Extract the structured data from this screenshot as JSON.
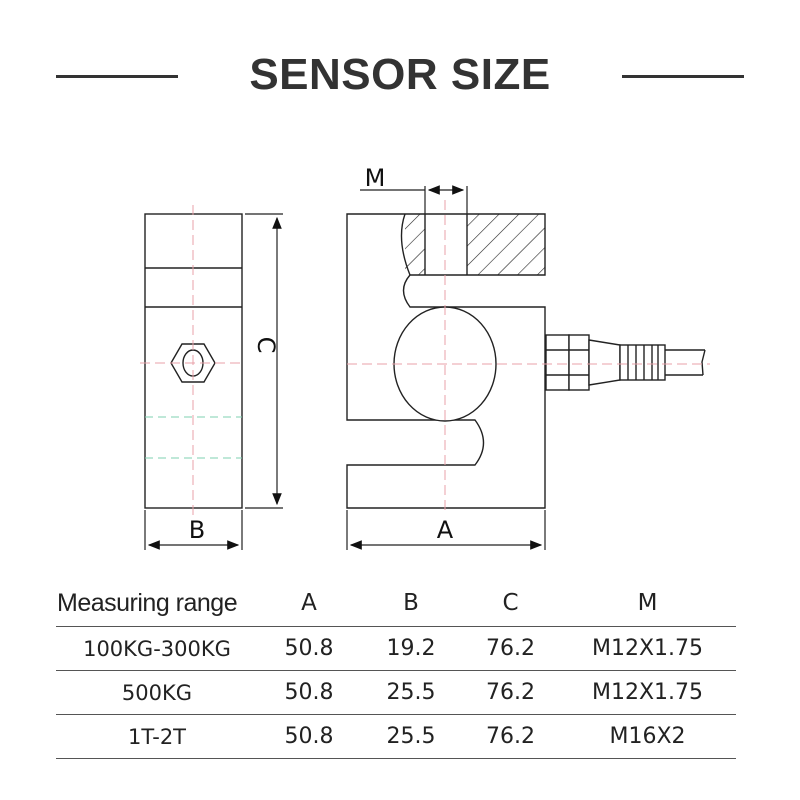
{
  "header": {
    "title": "SENSOR SIZE"
  },
  "diagram": {
    "labels": {
      "a": "A",
      "b": "B",
      "c": "C",
      "m": "M"
    }
  },
  "table": {
    "headers": [
      "Measuring range",
      "A",
      "B",
      "C",
      "M"
    ],
    "rows": [
      [
        "100KG-300KG",
        "50.8",
        "19.2",
        "76.2",
        "M12X1.75"
      ],
      [
        "500KG",
        "50.8",
        "25.5",
        "76.2",
        "M12X1.75"
      ],
      [
        "1T-2T",
        "50.8",
        "25.5",
        "76.2",
        "M16X2"
      ]
    ]
  }
}
